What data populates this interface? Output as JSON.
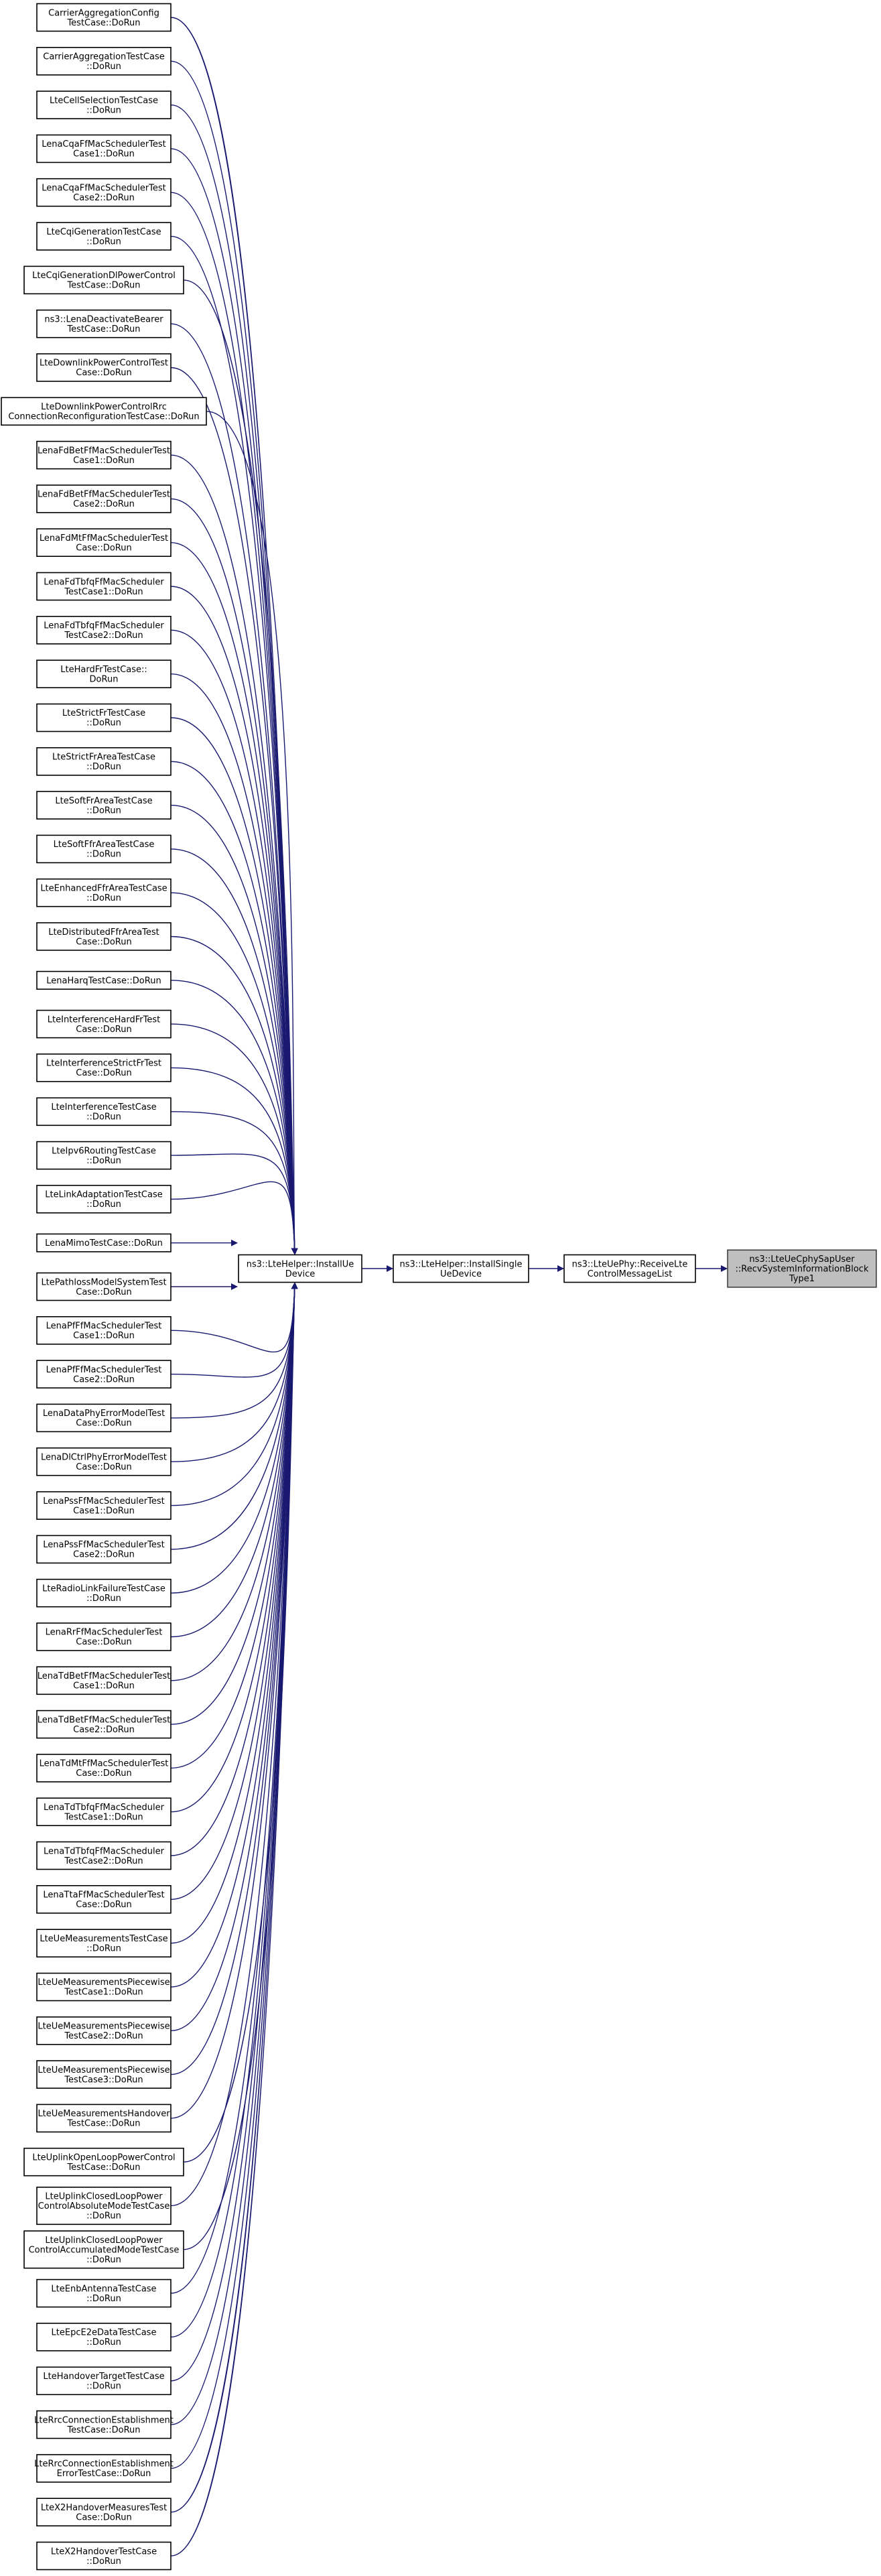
{
  "colors": {
    "edge": "#191970",
    "node_border": "#000000",
    "root_fill": "#bfbfbf",
    "node_fill": "#ffffff"
  },
  "chain": [
    {
      "id": "installUe",
      "lines": [
        "ns3::LteHelper::InstallUe",
        "Device"
      ]
    },
    {
      "id": "installSingle",
      "lines": [
        "ns3::LteHelper::InstallSingle",
        "UeDevice"
      ]
    },
    {
      "id": "receiveLte",
      "lines": [
        "ns3::LteUePhy::ReceiveLte",
        "ControlMessageList"
      ]
    },
    {
      "id": "root",
      "lines": [
        "ns3::LteUeCphySapUser",
        "::RecvSystemInformationBlock",
        "Type1"
      ]
    }
  ],
  "callers": [
    {
      "lines": [
        "CarrierAggregationConfig",
        "TestCase::DoRun"
      ]
    },
    {
      "lines": [
        "CarrierAggregationTestCase",
        "::DoRun"
      ]
    },
    {
      "lines": [
        "LteCellSelectionTestCase",
        "::DoRun"
      ]
    },
    {
      "lines": [
        "LenaCqaFfMacSchedulerTest",
        "Case1::DoRun"
      ]
    },
    {
      "lines": [
        "LenaCqaFfMacSchedulerTest",
        "Case2::DoRun"
      ]
    },
    {
      "lines": [
        "LteCqiGenerationTestCase",
        "::DoRun"
      ]
    },
    {
      "lines": [
        "LteCqiGenerationDlPowerControl",
        "TestCase::DoRun"
      ]
    },
    {
      "lines": [
        "ns3::LenaDeactivateBearer",
        "TestCase::DoRun"
      ]
    },
    {
      "lines": [
        "LteDownlinkPowerControlTest",
        "Case::DoRun"
      ]
    },
    {
      "lines": [
        "LteDownlinkPowerControlRrc",
        "ConnectionReconfigurationTestCase::DoRun"
      ]
    },
    {
      "lines": [
        "LenaFdBetFfMacSchedulerTest",
        "Case1::DoRun"
      ]
    },
    {
      "lines": [
        "LenaFdBetFfMacSchedulerTest",
        "Case2::DoRun"
      ]
    },
    {
      "lines": [
        "LenaFdMtFfMacSchedulerTest",
        "Case::DoRun"
      ]
    },
    {
      "lines": [
        "LenaFdTbfqFfMacScheduler",
        "TestCase1::DoRun"
      ]
    },
    {
      "lines": [
        "LenaFdTbfqFfMacScheduler",
        "TestCase2::DoRun"
      ]
    },
    {
      "lines": [
        "LteHardFrTestCase::",
        "DoRun"
      ]
    },
    {
      "lines": [
        "LteStrictFrTestCase",
        "::DoRun"
      ]
    },
    {
      "lines": [
        "LteStrictFrAreaTestCase",
        "::DoRun"
      ]
    },
    {
      "lines": [
        "LteSoftFrAreaTestCase",
        "::DoRun"
      ]
    },
    {
      "lines": [
        "LteSoftFfrAreaTestCase",
        "::DoRun"
      ]
    },
    {
      "lines": [
        "LteEnhancedFfrAreaTestCase",
        "::DoRun"
      ]
    },
    {
      "lines": [
        "LteDistributedFfrAreaTest",
        "Case::DoRun"
      ]
    },
    {
      "lines": [
        "LenaHarqTestCase::DoRun"
      ]
    },
    {
      "lines": [
        "LteInterferenceHardFrTest",
        "Case::DoRun"
      ]
    },
    {
      "lines": [
        "LteInterferenceStrictFrTest",
        "Case::DoRun"
      ]
    },
    {
      "lines": [
        "LteInterferenceTestCase",
        "::DoRun"
      ]
    },
    {
      "lines": [
        "LteIpv6RoutingTestCase",
        "::DoRun"
      ]
    },
    {
      "lines": [
        "LteLinkAdaptationTestCase",
        "::DoRun"
      ]
    },
    {
      "lines": [
        "LenaMimoTestCase::DoRun"
      ]
    },
    {
      "lines": [
        "LtePathlossModelSystemTest",
        "Case::DoRun"
      ]
    },
    {
      "lines": [
        "LenaPfFfMacSchedulerTest",
        "Case1::DoRun"
      ]
    },
    {
      "lines": [
        "LenaPfFfMacSchedulerTest",
        "Case2::DoRun"
      ]
    },
    {
      "lines": [
        "LenaDataPhyErrorModelTest",
        "Case::DoRun"
      ]
    },
    {
      "lines": [
        "LenaDlCtrlPhyErrorModelTest",
        "Case::DoRun"
      ]
    },
    {
      "lines": [
        "LenaPssFfMacSchedulerTest",
        "Case1::DoRun"
      ]
    },
    {
      "lines": [
        "LenaPssFfMacSchedulerTest",
        "Case2::DoRun"
      ]
    },
    {
      "lines": [
        "LteRadioLinkFailureTestCase",
        "::DoRun"
      ]
    },
    {
      "lines": [
        "LenaRrFfMacSchedulerTest",
        "Case::DoRun"
      ]
    },
    {
      "lines": [
        "LenaTdBetFfMacSchedulerTest",
        "Case1::DoRun"
      ]
    },
    {
      "lines": [
        "LenaTdBetFfMacSchedulerTest",
        "Case2::DoRun"
      ]
    },
    {
      "lines": [
        "LenaTdMtFfMacSchedulerTest",
        "Case::DoRun"
      ]
    },
    {
      "lines": [
        "LenaTdTbfqFfMacScheduler",
        "TestCase1::DoRun"
      ]
    },
    {
      "lines": [
        "LenaTdTbfqFfMacScheduler",
        "TestCase2::DoRun"
      ]
    },
    {
      "lines": [
        "LenaTtaFfMacSchedulerTest",
        "Case::DoRun"
      ]
    },
    {
      "lines": [
        "LteUeMeasurementsTestCase",
        "::DoRun"
      ]
    },
    {
      "lines": [
        "LteUeMeasurementsPiecewise",
        "TestCase1::DoRun"
      ]
    },
    {
      "lines": [
        "LteUeMeasurementsPiecewise",
        "TestCase2::DoRun"
      ]
    },
    {
      "lines": [
        "LteUeMeasurementsPiecewise",
        "TestCase3::DoRun"
      ]
    },
    {
      "lines": [
        "LteUeMeasurementsHandover",
        "TestCase::DoRun"
      ]
    },
    {
      "lines": [
        "LteUplinkOpenLoopPowerControl",
        "TestCase::DoRun"
      ]
    },
    {
      "lines": [
        "LteUplinkClosedLoopPower",
        "ControlAbsoluteModeTestCase",
        "::DoRun"
      ]
    },
    {
      "lines": [
        "LteUplinkClosedLoopPower",
        "ControlAccumulatedModeTestCase",
        "::DoRun"
      ]
    },
    {
      "lines": [
        "LteEnbAntennaTestCase",
        "::DoRun"
      ]
    },
    {
      "lines": [
        "LteEpcE2eDataTestCase",
        "::DoRun"
      ]
    },
    {
      "lines": [
        "LteHandoverTargetTestCase",
        "::DoRun"
      ]
    },
    {
      "lines": [
        "LteRrcConnectionEstablishment",
        "TestCase::DoRun"
      ]
    },
    {
      "lines": [
        "LteRrcConnectionEstablishment",
        "ErrorTestCase::DoRun"
      ]
    },
    {
      "lines": [
        "LteX2HandoverMeasuresTest",
        "Case::DoRun"
      ]
    },
    {
      "lines": [
        "LteX2HandoverTestCase",
        "::DoRun"
      ]
    }
  ]
}
